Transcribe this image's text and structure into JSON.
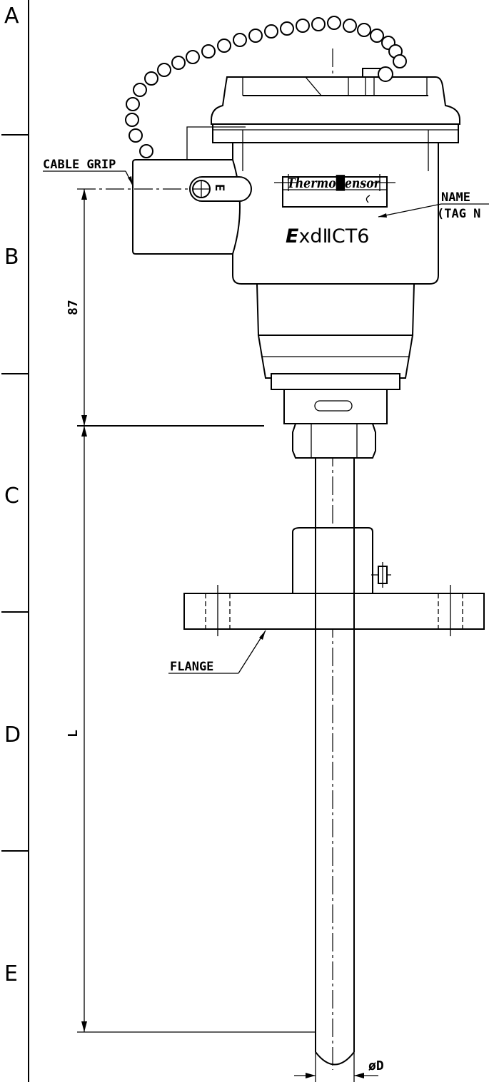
{
  "zones": [
    "A",
    "B",
    "C",
    "D",
    "E"
  ],
  "labels": {
    "cable_grip": "CABLE GRIP",
    "name_plate": "NAME",
    "tag_no": "(TAG N",
    "flange": "FLANGE",
    "ground_mark": "E"
  },
  "nameplate": {
    "brand": "Thermo█ensor",
    "certification_prefix": "E",
    "certification_rest": "xdⅡCT6"
  },
  "dimensions": {
    "head_height": "87",
    "length": "L",
    "diameter": "øD"
  }
}
